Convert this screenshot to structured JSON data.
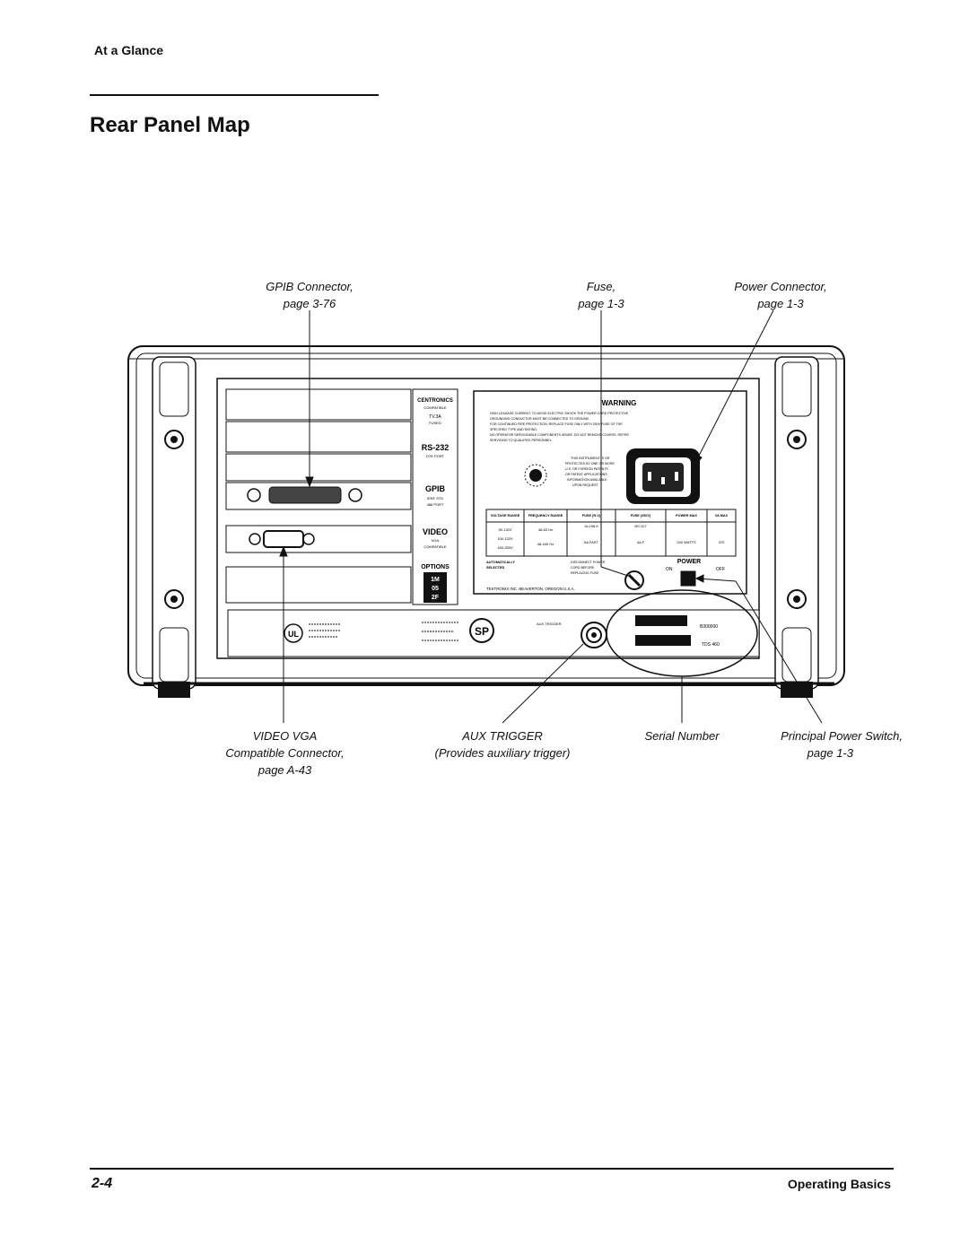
{
  "header": {
    "section": "At a Glance",
    "title": "Rear Panel Map"
  },
  "callouts_top": {
    "gpib": [
      "GPIB Connector,",
      "page 3-76"
    ],
    "fuse": [
      "Fuse,",
      "page 1-3"
    ],
    "power_connector": [
      "Power Connector,",
      "page 1-3"
    ]
  },
  "callouts_bottom": {
    "video": [
      "VIDEO VGA",
      "Compatible Connector,",
      "page A-43"
    ],
    "aux": [
      "AUX TRIGGER",
      "(Provides auxiliary trigger)"
    ],
    "serial": [
      "Serial Number"
    ],
    "power_switch": [
      "Principal Power Switch,",
      "page 1-3"
    ]
  },
  "panel_labels": {
    "centronics": "CENTRONICS",
    "centronics_sub": "COMPATIBLE",
    "fuse_rating": "TV.3A",
    "fuse_sub": "FUSED",
    "rs232": "RS-232",
    "rs232_sub": "DTE PORT",
    "gpib": "GPIB",
    "gpib_sub1": "IEEE STD",
    "gpib_sub2": "488 PORT",
    "video": "VIDEO",
    "video_sub1": "VGA",
    "video_sub2": "COMPATIBLE",
    "options": "OPTIONS",
    "options_values": [
      "1M",
      "05",
      "2F"
    ],
    "warning": "WARNING",
    "warning_lines": [
      "HIGH LEAKAGE CURRENT, TO AVOID ELECTRIC SHOCK THE POWER CORD PROTECTIVE",
      "GROUNDING CONDUCTOR MUST BE CONNECTED TO GROUND.",
      "FOR CONTINUED FIRE PROTECTION, REPLACE FUSE ONLY WITH 250V FUSE OF THE",
      "SPECIFIED TYPE AND RATING.",
      "NO OPERATOR SERVICEABLE COMPONENTS INSIDE. DO NOT REMOVE COVERS. REFER",
      "SERVICING TO QUALIFIED PERSONNEL."
    ],
    "patent_lines": [
      "THIS INSTRUMENT IS OR",
      "PROTECTED BY ONE OR MORE",
      "U.S. OR FOREIGN PATENTS",
      "OR PATENT APPLICATIONS",
      "INFORMATION AVAILABLE",
      "UPON REQUEST"
    ],
    "table_headers": [
      "VOLTAGE RANGE",
      "FREQUENCY RANGE",
      "FUSE (R-V)",
      "FUSE (250V)",
      "POWER MAX",
      "VA MAX"
    ],
    "voltages": [
      "90-132V",
      "100-132V",
      "180-250V"
    ],
    "frequencies": [
      "48-63 Hz",
      "48-440 Hz"
    ],
    "fuse_ul": "UL198.6",
    "fuse_iec": "IEC127",
    "fuse_fast": "6A FAST",
    "fuse_amp": "4A F",
    "power_max": "240 WATTS",
    "va_max": "370",
    "auto": "AUTOMATICALLY",
    "selected": "SELECTED",
    "disconnect_lines": [
      "DISCONNECT POWER",
      "CORD BEFORE",
      "REPLACING FUSE"
    ],
    "power": "POWER",
    "on": "ON",
    "off": "OFF",
    "manufacturer": "TEKTRONIX INC.  BEAVERTON, OREGON  U.S.A.",
    "aux_trigger": "AUX TRIGGER",
    "serial_code": "B300000",
    "model": "TDS 460",
    "ul": "UL",
    "csa": "SP"
  },
  "footer": {
    "page": "2-4",
    "section": "Operating Basics"
  }
}
